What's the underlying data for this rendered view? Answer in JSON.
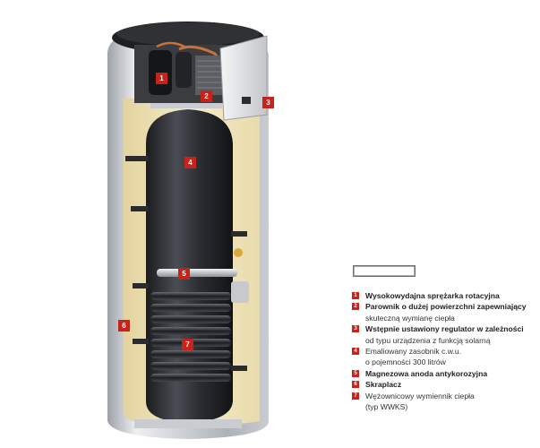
{
  "legend": {
    "items": [
      {
        "num": "1",
        "line1": "Wysokowydajna sprężarka rotacyjna",
        "line2": "",
        "bold": true
      },
      {
        "num": "2",
        "line1": "Parownik o dużej powierzchni zapewniający",
        "line2": "skuteczną wymianę ciepła",
        "bold": true
      },
      {
        "num": "3",
        "line1": "Wstępnie ustawiony regulator w zależności",
        "line2": "od typu urządzenia z funkcją solarną",
        "bold": true
      },
      {
        "num": "4",
        "line1": "Emaliowany zasobnik c.w.u.",
        "line2": "o pojemności 300 litrów",
        "bold": false
      },
      {
        "num": "5",
        "line1": "Magnezowa anoda antykorozyjna",
        "line2": "",
        "bold": true
      },
      {
        "num": "6",
        "line1": "Skraplacz",
        "line2": "",
        "bold": true
      },
      {
        "num": "7",
        "line1": "Wężownicowy wymiennik ciepła",
        "line2": "(typ WWKS)",
        "bold": false
      }
    ]
  },
  "callouts": {
    "c1": "1",
    "c2": "2",
    "c3": "3",
    "c4": "4",
    "c5": "5",
    "c6": "6",
    "c7": "7"
  },
  "colors": {
    "accent": "#c8231b",
    "tank": "#2b2d31",
    "insulation": "#efe3b8",
    "shell": "#d7d9dc"
  }
}
